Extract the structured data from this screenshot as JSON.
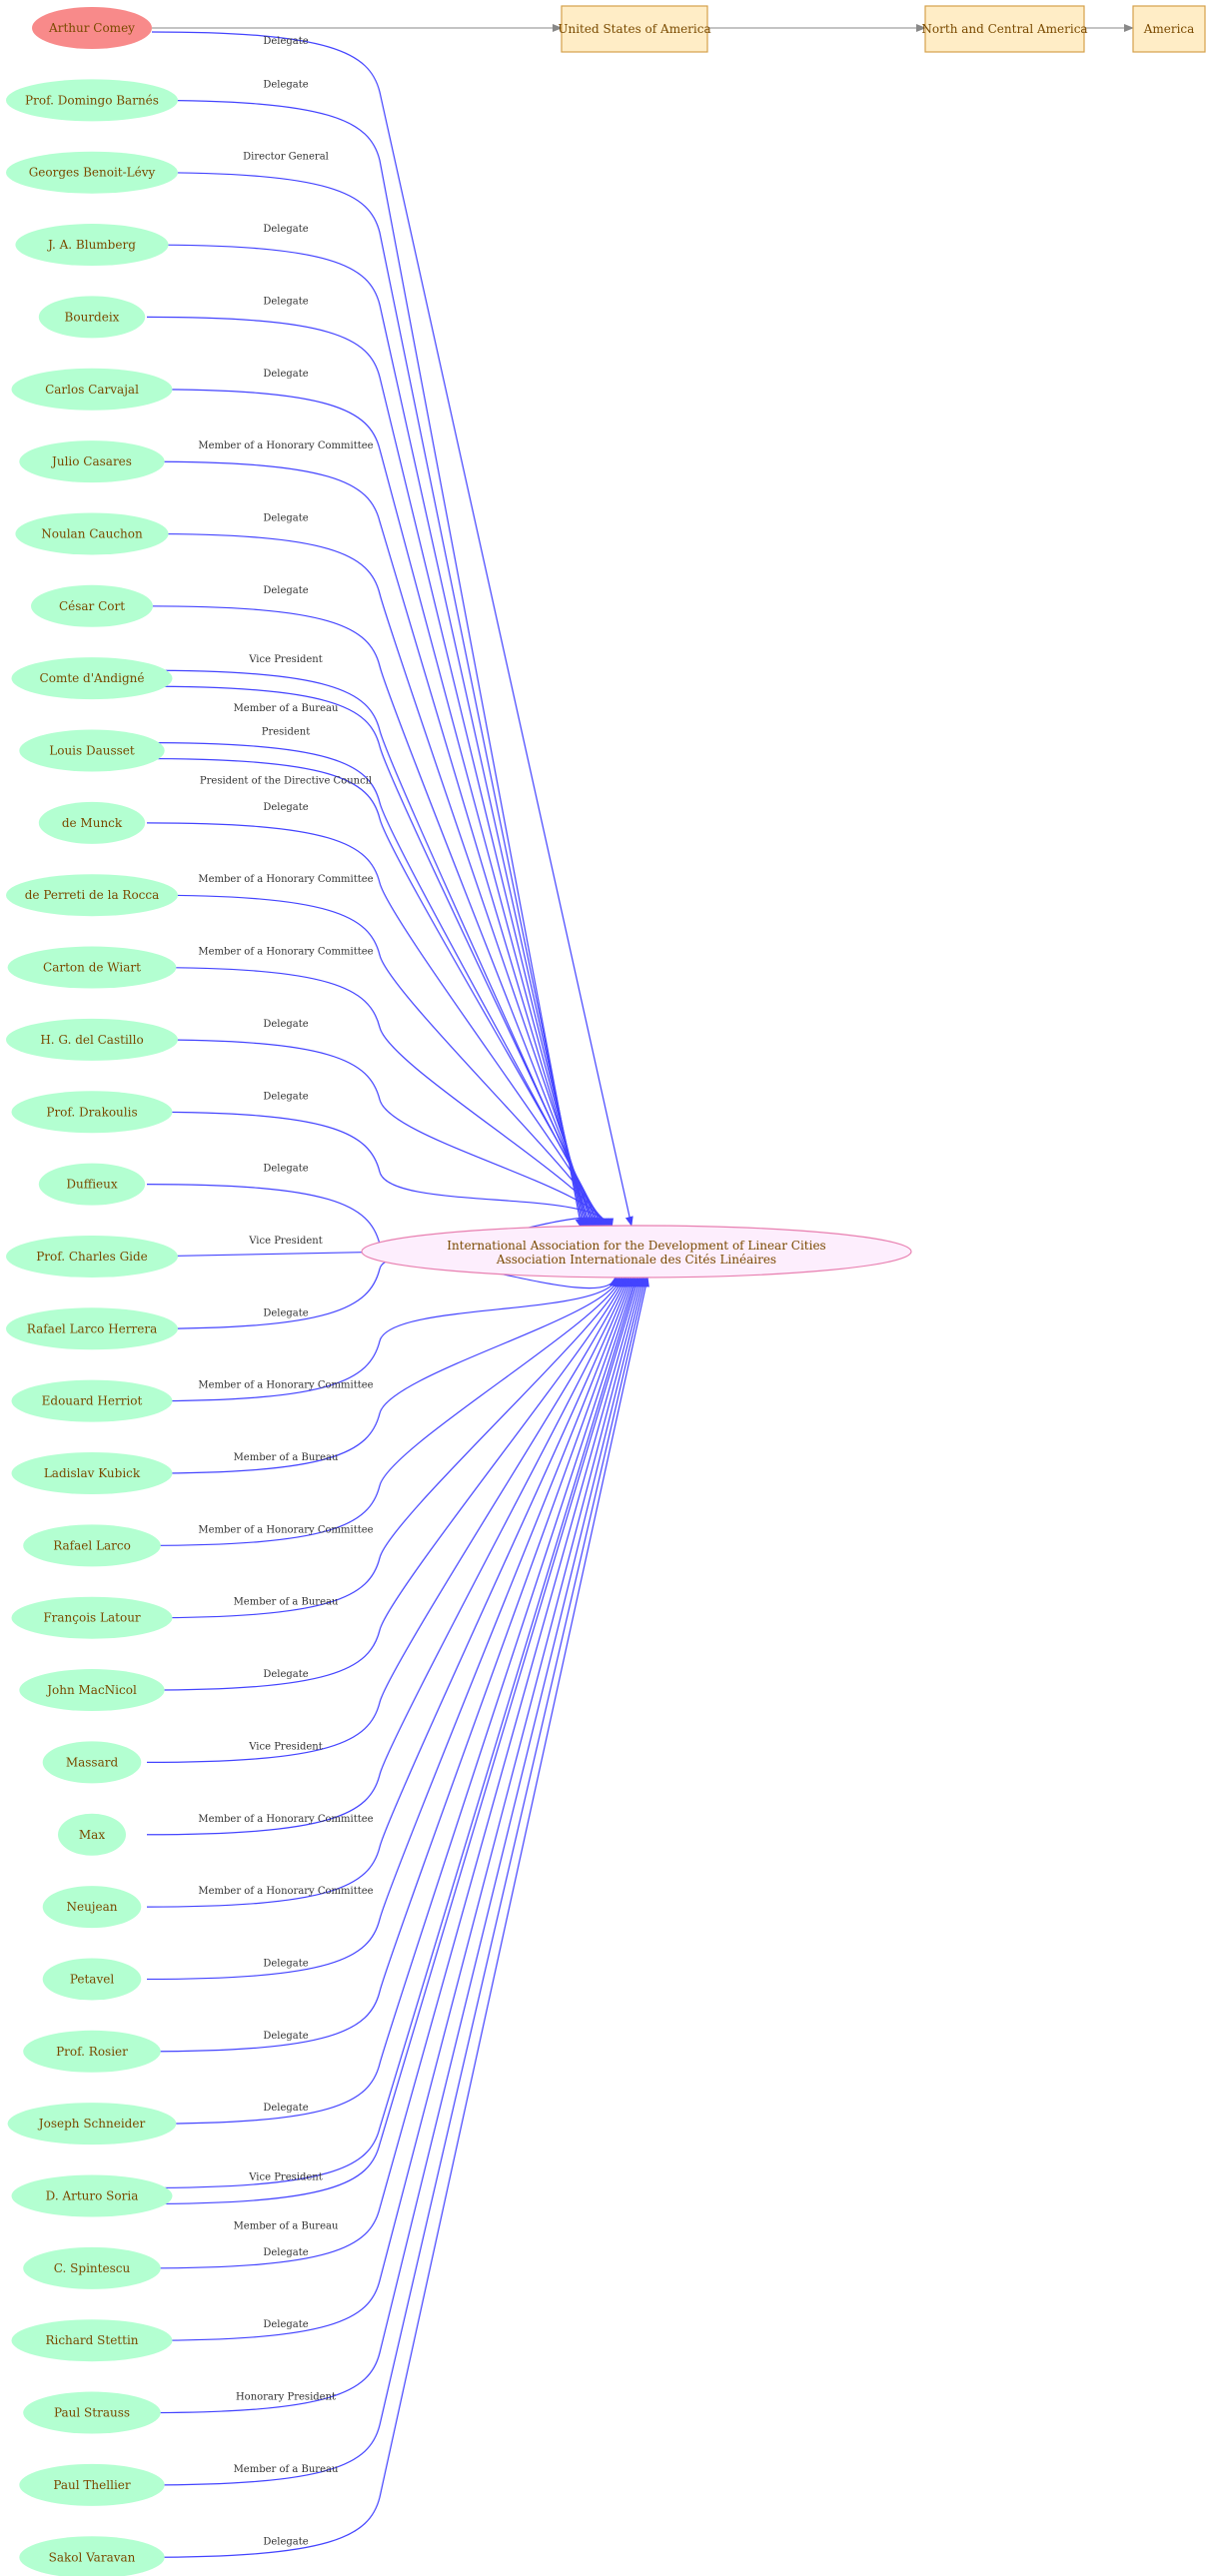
{
  "colors": {
    "person_fill": "#b3ffd1",
    "origin_fill": "#f88a8a",
    "place_fill": "#ffedc6",
    "place_stroke": "#d4a14a",
    "center_fill": "#fdeefd",
    "center_stroke": "#e87fb0",
    "edge": "#4444ff",
    "place_edge": "#888888"
  },
  "origin": {
    "name": "Arthur Comey",
    "relation": "Delegate"
  },
  "places": [
    "United States of America",
    "North and Central America",
    "America"
  ],
  "center": {
    "line1": "International Association for the Development of Linear Cities",
    "line2": "Association Internationale des Cités Linéaires"
  },
  "people": [
    {
      "name": "Prof. Domingo Barnés",
      "relations": [
        "Delegate"
      ]
    },
    {
      "name": "Georges Benoit-Lévy",
      "relations": [
        "Director General"
      ]
    },
    {
      "name": "J. A. Blumberg",
      "relations": [
        "Delegate"
      ]
    },
    {
      "name": "Bourdeix",
      "relations": [
        "Delegate"
      ]
    },
    {
      "name": "Carlos Carvajal",
      "relations": [
        "Delegate"
      ]
    },
    {
      "name": "Julio Casares",
      "relations": [
        "Member of a Honorary Committee"
      ]
    },
    {
      "name": "Noulan Cauchon",
      "relations": [
        "Delegate"
      ]
    },
    {
      "name": "César Cort",
      "relations": [
        "Delegate"
      ]
    },
    {
      "name": "Comte d'Andigné",
      "relations": [
        "Vice President",
        "Member of a Bureau"
      ]
    },
    {
      "name": "Louis Dausset",
      "relations": [
        "President",
        "President of the Directive Council"
      ]
    },
    {
      "name": "de Munck",
      "relations": [
        "Delegate"
      ]
    },
    {
      "name": "de Perreti de la Rocca",
      "relations": [
        "Member of a Honorary Committee"
      ]
    },
    {
      "name": "Carton  de Wiart",
      "relations": [
        "Member of a Honorary Committee"
      ]
    },
    {
      "name": "H. G.  del Castillo",
      "relations": [
        "Delegate"
      ]
    },
    {
      "name": "Prof. Drakoulis",
      "relations": [
        "Delegate"
      ]
    },
    {
      "name": "Duffieux",
      "relations": [
        "Delegate"
      ]
    },
    {
      "name": "Prof. Charles Gide",
      "relations": [
        "Vice President"
      ]
    },
    {
      "name": "Rafael Larco Herrera",
      "relations": [
        "Delegate"
      ]
    },
    {
      "name": "Edouard Herriot",
      "relations": [
        "Member of a Honorary Committee"
      ]
    },
    {
      "name": "Ladislav Kubick",
      "relations": [
        "Member of a Bureau"
      ]
    },
    {
      "name": "Rafael Larco",
      "relations": [
        "Member of a Honorary Committee"
      ]
    },
    {
      "name": "François Latour",
      "relations": [
        "Member of a Bureau"
      ]
    },
    {
      "name": "John MacNicol",
      "relations": [
        "Delegate"
      ]
    },
    {
      "name": "Massard",
      "relations": [
        "Vice President"
      ]
    },
    {
      "name": "Max",
      "relations": [
        "Member of a Honorary Committee"
      ]
    },
    {
      "name": "Neujean",
      "relations": [
        "Member of a Honorary Committee"
      ]
    },
    {
      "name": "Petavel",
      "relations": [
        "Delegate"
      ]
    },
    {
      "name": "Prof. Rosier",
      "relations": [
        "Delegate"
      ]
    },
    {
      "name": "Joseph Schneider",
      "relations": [
        "Delegate"
      ]
    },
    {
      "name": "D. Arturo Soria",
      "relations": [
        "Vice President",
        "Member of a Bureau"
      ]
    },
    {
      "name": "C. Spintescu",
      "relations": [
        "Delegate"
      ]
    },
    {
      "name": "Richard Stettin",
      "relations": [
        "Delegate"
      ]
    },
    {
      "name": "Paul Strauss",
      "relations": [
        "Honorary President"
      ]
    },
    {
      "name": "Paul Thellier",
      "relations": [
        "Member of a Bureau"
      ]
    },
    {
      "name": "Sakol Varavan",
      "relations": [
        "Delegate"
      ]
    }
  ]
}
